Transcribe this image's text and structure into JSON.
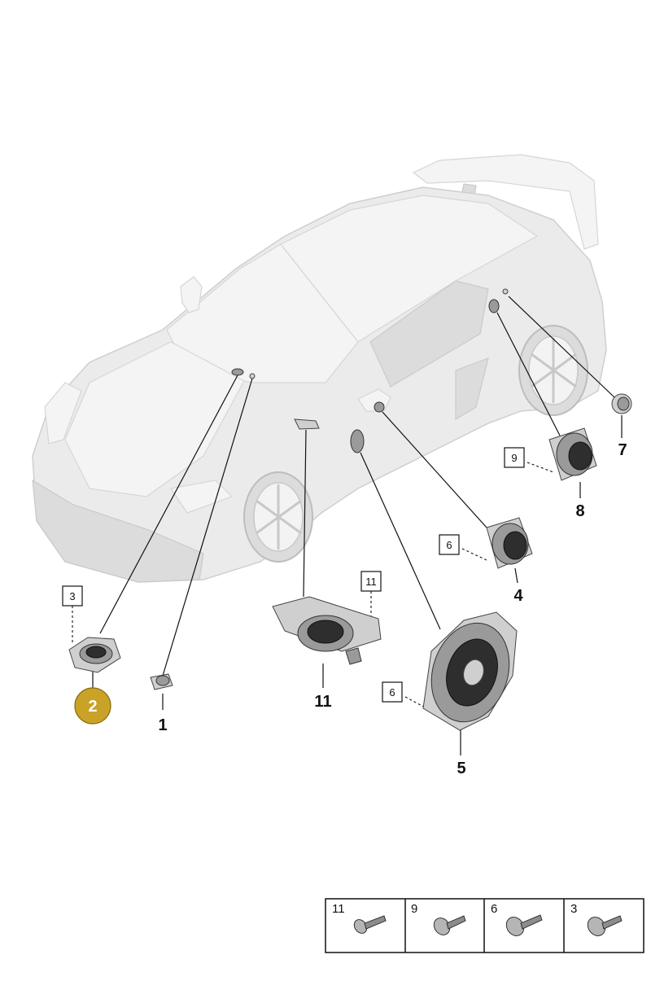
{
  "callouts": {
    "c1": "1",
    "c2": "2",
    "c4": "4",
    "c5": "5",
    "c7": "7",
    "c8": "8",
    "c11": "11"
  },
  "ref_boxes": {
    "b3": "3",
    "b9": "9",
    "b6a": "6",
    "b6b": "6",
    "b11": "11"
  },
  "highlight_color": "#c9a227",
  "fastener_table": [
    {
      "label": "11"
    },
    {
      "label": "9"
    },
    {
      "label": "6"
    },
    {
      "label": "3"
    }
  ]
}
